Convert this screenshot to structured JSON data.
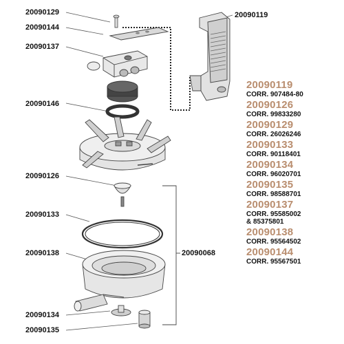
{
  "callouts": {
    "c1": "20090129",
    "c2": "20090144",
    "c3": "20090137",
    "c4": "20090146",
    "c5": "20090126",
    "c6": "20090133",
    "c7": "20090138",
    "c8": "20090134",
    "c9": "20090135",
    "handle": "20090119",
    "group": "20090068"
  },
  "legend": [
    {
      "code": "20090119",
      "corr": "CORR. 907484-80"
    },
    {
      "code": "20090126",
      "corr": "CORR. 99833280"
    },
    {
      "code": "20090129",
      "corr": "CORR. 26026246"
    },
    {
      "code": "20090133",
      "corr": "CORR. 90118401"
    },
    {
      "code": "20090134",
      "corr": "CORR. 96020701"
    },
    {
      "code": "20090135",
      "corr": "CORR. 98588701"
    },
    {
      "code": "20090137",
      "corr": "CORR. 95585002",
      "corr2": "& 85375801"
    },
    {
      "code": "20090138",
      "corr": "CORR. 95564502"
    },
    {
      "code": "20090144",
      "corr": "CORR. 95567501"
    }
  ],
  "colors": {
    "legend_code": "#b98d6e",
    "outline": "#444444",
    "part_fill": "#e6e6e6",
    "dark_part": "#3a3a3a"
  }
}
